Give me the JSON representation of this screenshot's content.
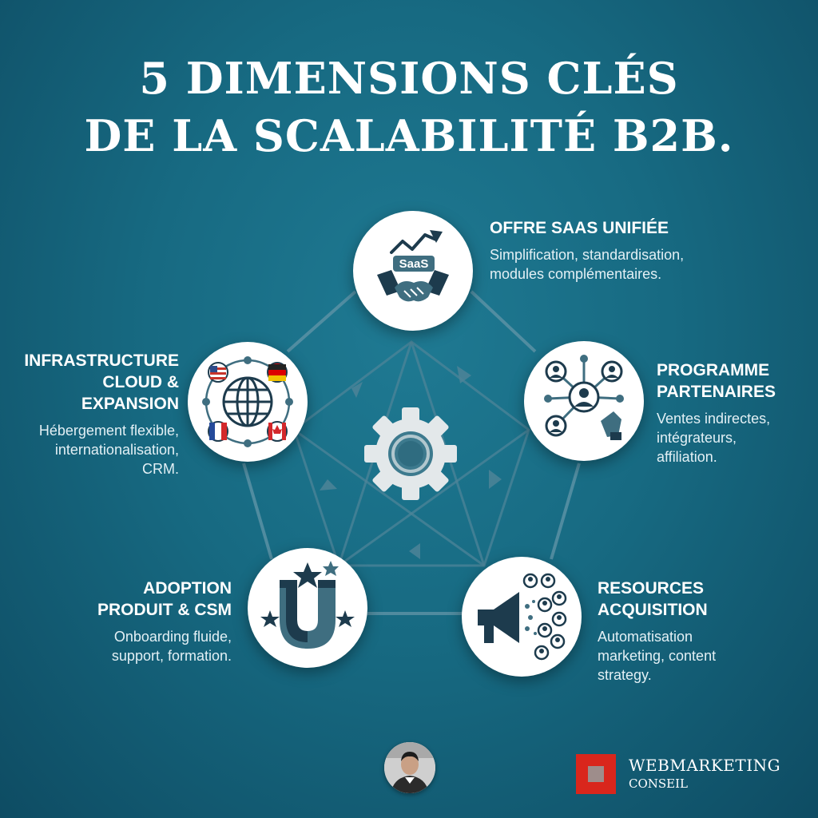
{
  "title": {
    "line1": "5 DIMENSIONS CLÉS",
    "line2": "DE LA SCALABILITÉ B2B."
  },
  "colors": {
    "background": "#176a82",
    "icon_dark": "#1d3b4d",
    "icon_mid": "#3f6e80",
    "brand_red": "#d9261c"
  },
  "center": {
    "icon": "gear-icon"
  },
  "dimensions": [
    {
      "id": "offre",
      "icon": "saas-handshake-icon",
      "heading_lines": [
        "OFFRE SAAS UNIFIÉE"
      ],
      "desc_lines": [
        "Simplification, standardisation,",
        "modules complémentaires."
      ],
      "icon_text": "SaaS"
    },
    {
      "id": "partenaires",
      "icon": "partner-network-icon",
      "heading_lines": [
        "PROGRAMME",
        "PARTENAIRES"
      ],
      "desc_lines": [
        "Ventes indirectes,",
        "intégrateurs,",
        "affiliation."
      ]
    },
    {
      "id": "acquisition",
      "icon": "megaphone-audience-icon",
      "heading_lines": [
        "RESOURCES",
        "ACQUISITION"
      ],
      "desc_lines": [
        "Automatisation",
        "marketing, content",
        "strategy."
      ]
    },
    {
      "id": "adoption",
      "icon": "magnet-stars-icon",
      "heading_lines": [
        "ADOPTION",
        "PRODUIT & CSM"
      ],
      "desc_lines": [
        "Onboarding fluide,",
        "support, formation."
      ]
    },
    {
      "id": "infrastructure",
      "icon": "globe-network-icon",
      "heading_lines": [
        "INFRASTRUCTURE",
        "CLOUD &",
        "EXPANSION"
      ],
      "desc_lines": [
        "Hébergement flexible,",
        "internationalisation,",
        "CRM."
      ]
    }
  ],
  "footer": {
    "avatar_icon": "author-avatar-icon",
    "brand_name": "WEBMARKETING",
    "brand_sub": "CONSEIL"
  }
}
